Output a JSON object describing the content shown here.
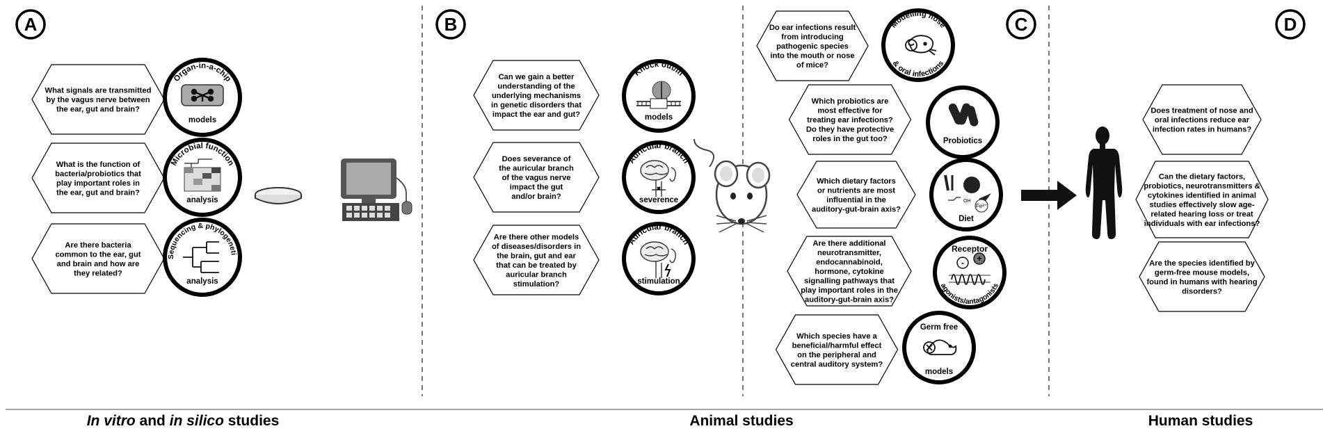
{
  "panels": {
    "A": "A",
    "B": "B",
    "C": "C",
    "D": "D"
  },
  "questions": {
    "a1": [
      "What signals are transmitted",
      "by the vagus nerve between",
      "the ear, gut and brain?"
    ],
    "a2": [
      "What is the function of",
      "bacteria/probiotics that",
      "play important roles in",
      "the ear, gut and brain?"
    ],
    "a3": [
      "Are there bacteria",
      "common to the ear, gut",
      "and brain and how are",
      "they related?"
    ],
    "b1": [
      "Can we gain a better",
      "understanding of the",
      "underlying mechanisms",
      "in genetic disorders that",
      "impact the ear and gut?"
    ],
    "b2": [
      "Does severance of",
      "the auricular branch",
      "of the vagus nerve",
      "impact the gut",
      "and/or brain?"
    ],
    "b3": [
      "Are there other models",
      "of diseases/disorders in",
      "the brain, gut and ear",
      "that can be treated by",
      "auricular branch",
      "stimulation?"
    ],
    "c1": [
      "Do ear infections result",
      "from introducing",
      "pathogenic species",
      "into the mouth or nose",
      "of mice?"
    ],
    "c2": [
      "Which probiotics are",
      "most effective for",
      "treating ear infections?",
      "Do they have protective",
      "roles in the gut too?"
    ],
    "c3": [
      "Which dietary factors",
      "or nutrients are most",
      "influential in the",
      "auditory-gut-brain axis?"
    ],
    "c4": [
      "Are there additional",
      "neurotransmitter,",
      "endocannabinoid,",
      "hormone, cytokine",
      "signalling pathways that",
      "play important roles in the",
      "auditory-gut-brain axis?"
    ],
    "c5": [
      "Which species have a",
      "beneficial/harmful effect",
      "on the peripheral and",
      "central auditory system?"
    ],
    "d1": [
      "Does treatment of nose and",
      "oral infections reduce ear",
      "infection rates in humans?"
    ],
    "d2": [
      "Can the dietary factors,",
      "probiotics, neurotransmitters &",
      "cytokines identified in animal",
      "studies effectively slow age-",
      "related hearing loss or treat",
      "individuals with ear infections?"
    ],
    "d3": [
      "Are the species identified by",
      "germ-free mouse models,",
      "found in humans with hearing",
      "disorders?"
    ]
  },
  "circles": {
    "organ_chip": {
      "top": "Organ-in-a-chip",
      "bottom": "models"
    },
    "microbial": {
      "top": "Microbial function",
      "bottom": "analysis"
    },
    "sequencing": {
      "top": "Sequencing & phylogenetic",
      "bottom": "analysis"
    },
    "knockout": {
      "top": "Knock out/in",
      "bottom": "models"
    },
    "severence": {
      "top": "Auricular branch",
      "bottom": "severence"
    },
    "stimulation": {
      "top": "Auricular branch",
      "bottom": "stimulation"
    },
    "modelling": {
      "top": "Modelling nose",
      "bottom": "& oral infections"
    },
    "probiotics": {
      "bottom": "Probiotics"
    },
    "diet": {
      "bottom": "Diet",
      "mineral": "Fe²⁺",
      "chem": "OH"
    },
    "receptor": {
      "top": "Receptor",
      "bottom": "agonists/antagonists",
      "minus": "-",
      "plus": "+"
    },
    "germfree": {
      "top": "Germ free",
      "bottom": "models"
    }
  },
  "footer": {
    "a_part1": "In vitro",
    "a_part2": " and ",
    "a_part3": "in silico",
    "a_part4": " studies",
    "b": "Animal studies",
    "d": "Human studies"
  }
}
